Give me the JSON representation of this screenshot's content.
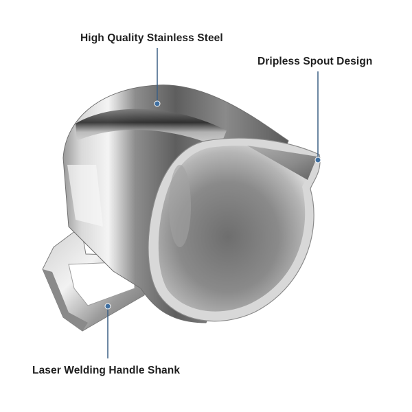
{
  "callouts": {
    "steel": "High Quality Stainless Steel",
    "spout": "Dripless Spout Design",
    "handle": "Laser Welding Handle Shank"
  },
  "colors": {
    "callout_line": "#3a5f84",
    "callout_dot": "#3f6fa0",
    "text": "#1f1f1f"
  }
}
